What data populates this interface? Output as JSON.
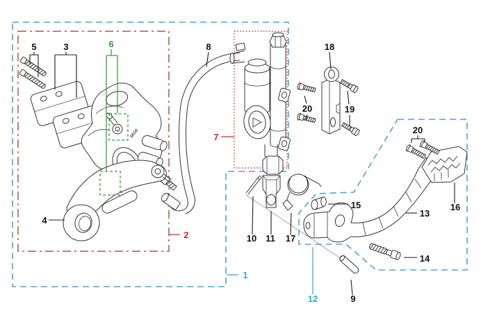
{
  "diagram": {
    "description_visible_text_only": "exploded brake parts diagram with numbered callouts",
    "marking": "MGK",
    "colors": {
      "background": "#ffffff",
      "line_art": "#333333",
      "region_blue_dash": "#4BA3D7",
      "region_red_dashdot": "#B05454",
      "region_red_dotted": "#C94040",
      "highlight_green": "#3C9B3C",
      "label_black": "#111111",
      "label_red": "#CC2A2A",
      "label_blue": "#3B9FD1"
    },
    "callouts": {
      "n1": "1",
      "n2": "2",
      "n3": "3",
      "n4": "4",
      "n5": "5",
      "n6": "6",
      "n7": "7",
      "n8": "8",
      "n9": "9",
      "n10": "10",
      "n11": "11",
      "n12": "12",
      "n13": "13",
      "n14": "14",
      "n15": "15",
      "n16": "16",
      "n17": "17",
      "n18": "18",
      "n19": "19",
      "n20": "20"
    }
  }
}
